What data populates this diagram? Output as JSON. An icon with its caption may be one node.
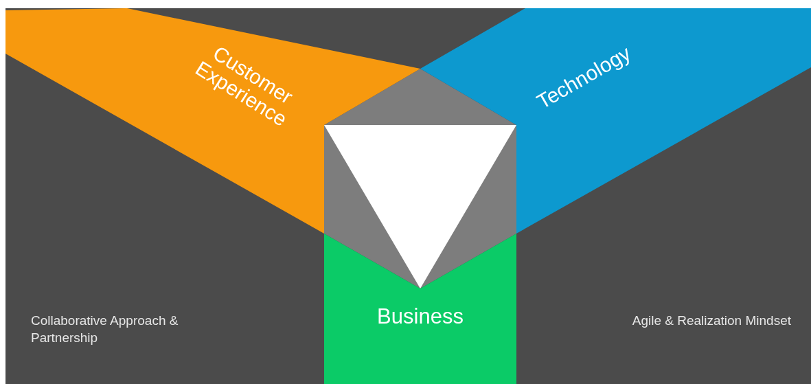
{
  "diagram": {
    "nodes": [
      {
        "text": [
          "Customer Experience"
        ]
      },
      {
        "text": [
          "Technology"
        ]
      },
      {
        "text": [
          "Business"
        ]
      }
    ],
    "labels": [
      "Collaborative Approach & Partnership",
      "Agile & Realization Mindset"
    ]
  }
}
